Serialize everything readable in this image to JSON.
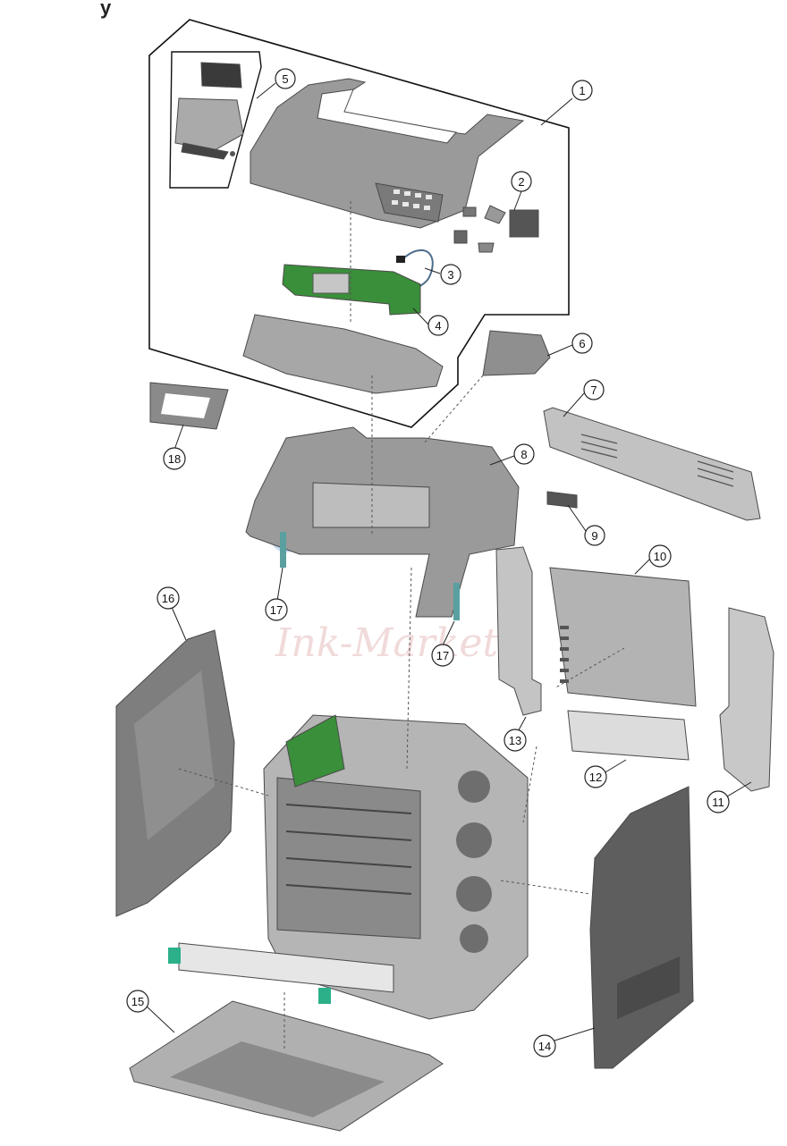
{
  "header": {
    "title_fragment": "y"
  },
  "callouts": [
    {
      "id": "1",
      "label": "1"
    },
    {
      "id": "2",
      "label": "2"
    },
    {
      "id": "3",
      "label": "3"
    },
    {
      "id": "4",
      "label": "4"
    },
    {
      "id": "5",
      "label": "5"
    },
    {
      "id": "6",
      "label": "6"
    },
    {
      "id": "7",
      "label": "7"
    },
    {
      "id": "8",
      "label": "8"
    },
    {
      "id": "9",
      "label": "9"
    },
    {
      "id": "10",
      "label": "10"
    },
    {
      "id": "11",
      "label": "11"
    },
    {
      "id": "12",
      "label": "12"
    },
    {
      "id": "13",
      "label": "13"
    },
    {
      "id": "14",
      "label": "14"
    },
    {
      "id": "15",
      "label": "15"
    },
    {
      "id": "16",
      "label": "16"
    },
    {
      "id": "17a",
      "label": "17"
    },
    {
      "id": "17b",
      "label": "17"
    },
    {
      "id": "18",
      "label": "18"
    }
  ],
  "watermark": {
    "text": "Ink-Market"
  },
  "colors": {
    "part_gray": "#9a9a9a",
    "part_dark": "#6e6e6e",
    "part_light": "#c9c9c9",
    "board_green": "#3a8f3a",
    "latch_teal": "#2bb08a",
    "watermark_pink": "#e9c9c9",
    "watermark_blue": "#9ec3ea"
  }
}
